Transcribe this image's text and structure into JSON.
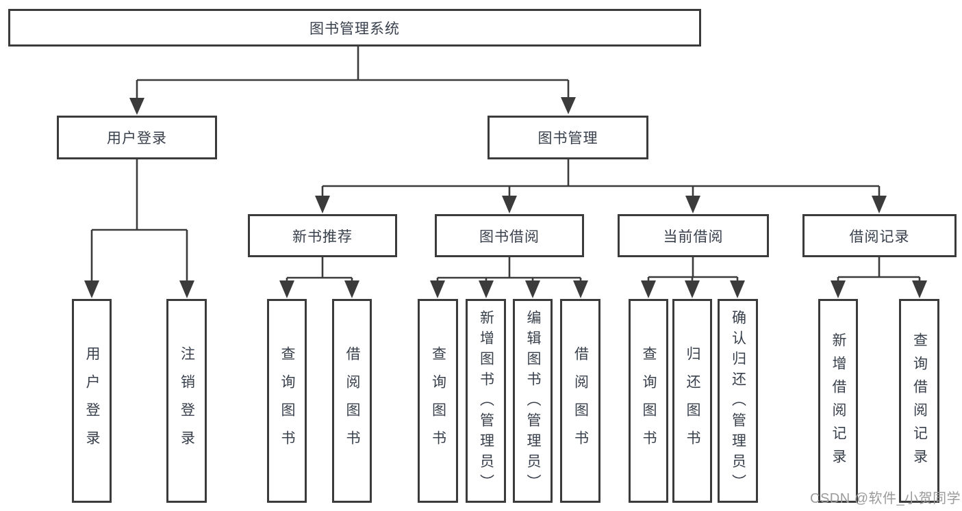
{
  "tree": {
    "label": "图书管理系统",
    "children": [
      {
        "label": "用户登录",
        "children": [
          {
            "label": "用户登录"
          },
          {
            "label": "注销登录"
          }
        ]
      },
      {
        "label": "图书管理",
        "children": [
          {
            "label": "新书推荐",
            "children": [
              {
                "label": "查询图书"
              },
              {
                "label": "借阅图书"
              }
            ]
          },
          {
            "label": "图书借阅",
            "children": [
              {
                "label": "查询图书"
              },
              {
                "label": "新增图书（管理员）"
              },
              {
                "label": "编辑图书（管理员）"
              },
              {
                "label": "借阅图书"
              }
            ]
          },
          {
            "label": "当前借阅",
            "children": [
              {
                "label": "查询图书"
              },
              {
                "label": "归还图书"
              },
              {
                "label": "确认归还（管理员）"
              }
            ]
          },
          {
            "label": "借阅记录",
            "children": [
              {
                "label": "新增借阅记录"
              },
              {
                "label": "查询借阅记录"
              }
            ]
          }
        ]
      }
    ]
  },
  "watermark": "CSDN @软件_小贺同学",
  "colors": {
    "line": "#3b3b3b",
    "box_border": "#3b3b3b",
    "text": "#38404c",
    "background": "#ffffff",
    "watermark_text": "#9b9b9b"
  }
}
